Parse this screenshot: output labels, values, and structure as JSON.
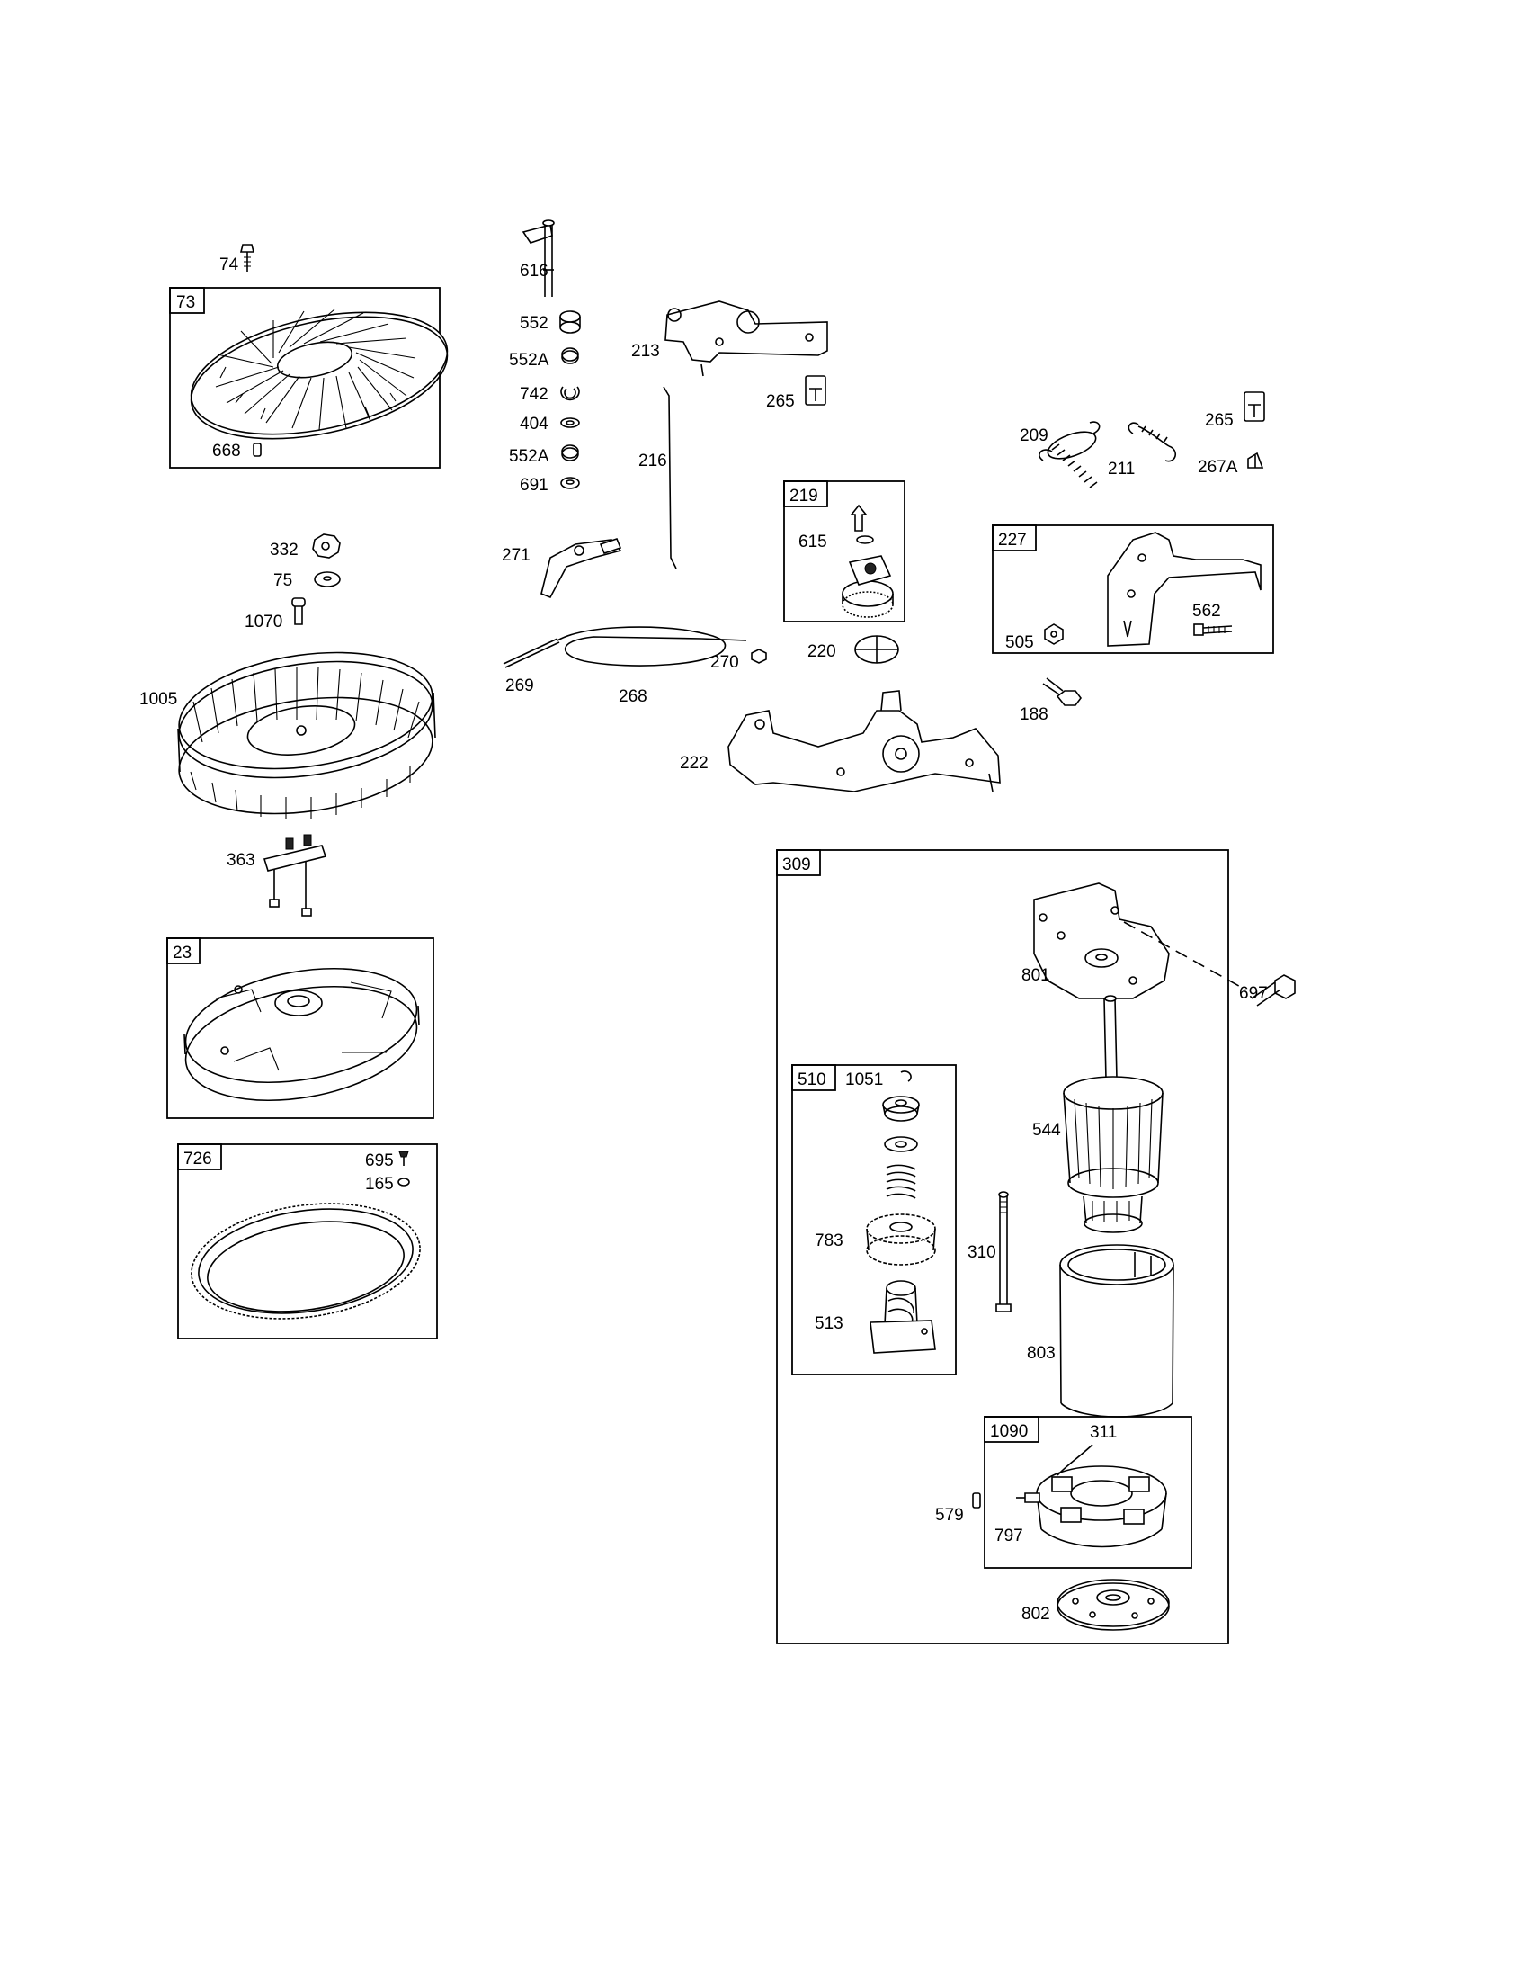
{
  "parts": {
    "p74": "74",
    "p73": "73",
    "p668": "668",
    "p616": "616",
    "p552": "552",
    "p552a_1": "552A",
    "p742": "742",
    "p404": "404",
    "p552a_2": "552A",
    "p691": "691",
    "p213": "213",
    "p265_1": "265",
    "p216": "216",
    "p209": "209",
    "p211": "211",
    "p265_2": "265",
    "p267a": "267A",
    "p219": "219",
    "p615": "615",
    "p227": "227",
    "p505": "505",
    "p562": "562",
    "p332": "332",
    "p75": "75",
    "p1070": "1070",
    "p1005": "1005",
    "p271": "271",
    "p269": "269",
    "p268": "268",
    "p270": "270",
    "p220": "220",
    "p188": "188",
    "p222": "222",
    "p363": "363",
    "p23": "23",
    "p726": "726",
    "p695": "695",
    "p165": "165",
    "p309": "309",
    "p801": "801",
    "p697": "697",
    "p510": "510",
    "p1051": "1051",
    "p544": "544",
    "p783": "783",
    "p310": "310",
    "p513": "513",
    "p803": "803",
    "p1090": "1090",
    "p311": "311",
    "p579": "579",
    "p797": "797",
    "p802": "802"
  }
}
